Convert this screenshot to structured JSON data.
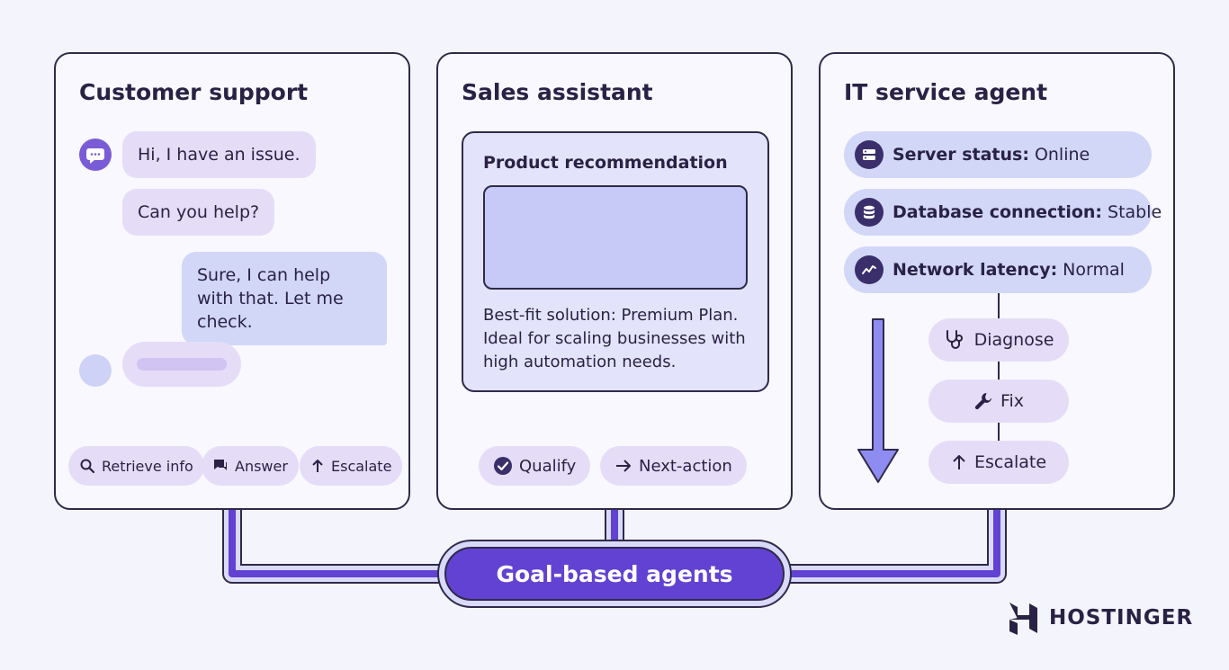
{
  "panels": {
    "customer_support": {
      "title": "Customer support",
      "messages": [
        "Hi, I have an issue.",
        "Can you help?",
        "Sure, I can help with that. Let me check."
      ],
      "actions": [
        "Retrieve info",
        "Answer",
        "Escalate"
      ]
    },
    "sales_assistant": {
      "title": "Sales assistant",
      "card_title": "Product recommendation",
      "card_text": "Best-fit solution: Premium Plan. Ideal for scaling businesses with high automation needs.",
      "actions": [
        "Qualify",
        "Next-action"
      ]
    },
    "it_service_agent": {
      "title": "IT service agent",
      "statuses": [
        {
          "label": "Server status:",
          "value": "Online",
          "icon": "server-icon"
        },
        {
          "label": "Database connection:",
          "value": "Stable",
          "icon": "database-icon"
        },
        {
          "label": "Network latency:",
          "value": "Normal",
          "icon": "chart-line-icon"
        }
      ],
      "steps": [
        "Diagnose",
        "Fix",
        "Escalate"
      ]
    }
  },
  "center": {
    "label": "Goal-based agents"
  },
  "brand": {
    "name": "HOSTINGER"
  },
  "colors": {
    "accent": "#6242d3",
    "lavender": "#e5ddf8",
    "periwinkle": "#d2d7f8",
    "outline": "#2f2a4a"
  }
}
